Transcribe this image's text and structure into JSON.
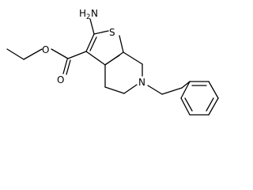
{
  "molecule": {
    "labels": {
      "amino_h": "H",
      "amino_sub": "2",
      "amino_n": "N",
      "sulfur": "S",
      "ester_o": "O",
      "carbonyl_o": "O",
      "ring_n": "N"
    }
  }
}
